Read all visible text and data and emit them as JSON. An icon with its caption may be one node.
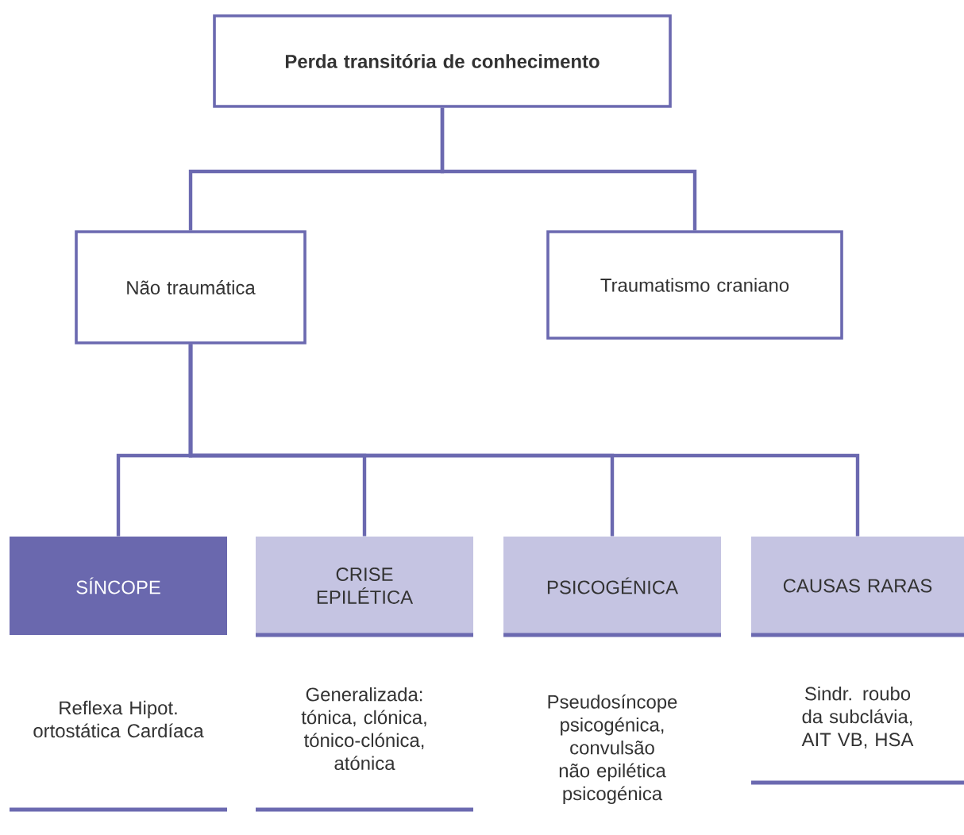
{
  "diagram": {
    "nodes": [
      {
        "text": [
          "Perda transitória de conhecimento"
        ]
      },
      {
        "text": [
          "Não traumática"
        ]
      },
      {
        "text": [
          "Traumatismo craniano"
        ]
      },
      {
        "text": [
          "SÍNCOPE"
        ],
        "beside": [
          "Reflexa Hipot. ortostática Cardíaca"
        ]
      },
      {
        "text": [
          "CRISE EPILÉTICA"
        ],
        "beside": [
          "Generalizada: tónica, clónica, tónico-clónica, atónica"
        ]
      },
      {
        "text": [
          "PSICOGÉNICA"
        ],
        "beside": [
          "Pseudosíncope psicogénica, convulsão não epilética psicogénica"
        ]
      },
      {
        "text": [
          "CAUSAS RARAS"
        ],
        "beside": [
          "Sindr. roubo da subclávia, AIT VB, HSA"
        ]
      }
    ],
    "edges": [
      {
        "from": 0,
        "to": 1,
        "arrow": "none"
      },
      {
        "from": 0,
        "to": 2,
        "arrow": "none"
      },
      {
        "from": 1,
        "to": 3,
        "arrow": "none"
      },
      {
        "from": 1,
        "to": 4,
        "arrow": "none"
      },
      {
        "from": 1,
        "to": 5,
        "arrow": "none"
      },
      {
        "from": 1,
        "to": 6,
        "arrow": "none"
      }
    ]
  }
}
